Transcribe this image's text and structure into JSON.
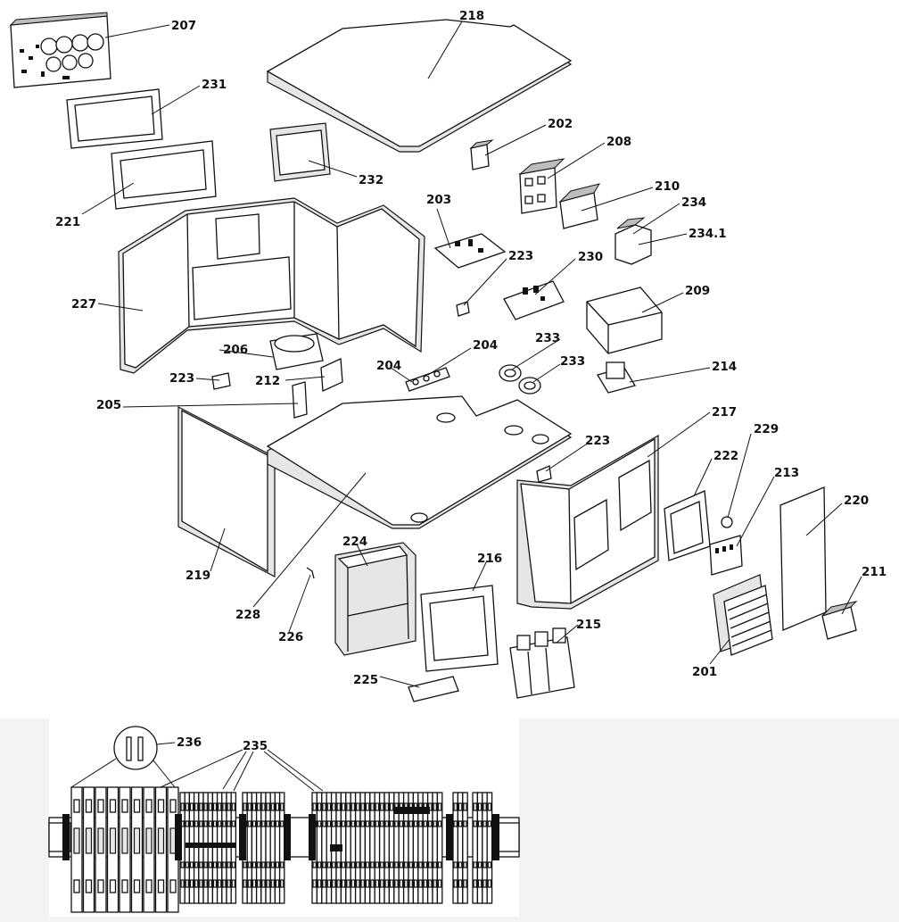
{
  "diagram": {
    "part_labels": [
      {
        "id": "207",
        "text": "207"
      },
      {
        "id": "218",
        "text": "218"
      },
      {
        "id": "231",
        "text": "231"
      },
      {
        "id": "202",
        "text": "202"
      },
      {
        "id": "232",
        "text": "232"
      },
      {
        "id": "208",
        "text": "208"
      },
      {
        "id": "221",
        "text": "221"
      },
      {
        "id": "203",
        "text": "203"
      },
      {
        "id": "210",
        "text": "210"
      },
      {
        "id": "234",
        "text": "234"
      },
      {
        "id": "234_1",
        "text": "234.1"
      },
      {
        "id": "223a",
        "text": "223"
      },
      {
        "id": "230",
        "text": "230"
      },
      {
        "id": "227",
        "text": "227"
      },
      {
        "id": "209",
        "text": "209"
      },
      {
        "id": "233a",
        "text": "233"
      },
      {
        "id": "206",
        "text": "206"
      },
      {
        "id": "204a",
        "text": "204"
      },
      {
        "id": "233b",
        "text": "233"
      },
      {
        "id": "223b",
        "text": "223"
      },
      {
        "id": "212",
        "text": "212"
      },
      {
        "id": "204b",
        "text": "204"
      },
      {
        "id": "214",
        "text": "214"
      },
      {
        "id": "205",
        "text": "205"
      },
      {
        "id": "217",
        "text": "217"
      },
      {
        "id": "229",
        "text": "229"
      },
      {
        "id": "223c",
        "text": "223"
      },
      {
        "id": "222",
        "text": "222"
      },
      {
        "id": "213",
        "text": "213"
      },
      {
        "id": "220",
        "text": "220"
      },
      {
        "id": "224",
        "text": "224"
      },
      {
        "id": "216",
        "text": "216"
      },
      {
        "id": "219",
        "text": "219"
      },
      {
        "id": "211",
        "text": "211"
      },
      {
        "id": "228",
        "text": "228"
      },
      {
        "id": "215",
        "text": "215"
      },
      {
        "id": "226",
        "text": "226"
      },
      {
        "id": "201",
        "text": "201"
      },
      {
        "id": "225",
        "text": "225"
      }
    ],
    "terminal_labels": [
      {
        "id": "236",
        "text": "236"
      },
      {
        "id": "235",
        "text": "235"
      }
    ]
  },
  "colors": {
    "line": "#111111",
    "background": "#ffffff",
    "outer_background": "#f3f3f3"
  }
}
